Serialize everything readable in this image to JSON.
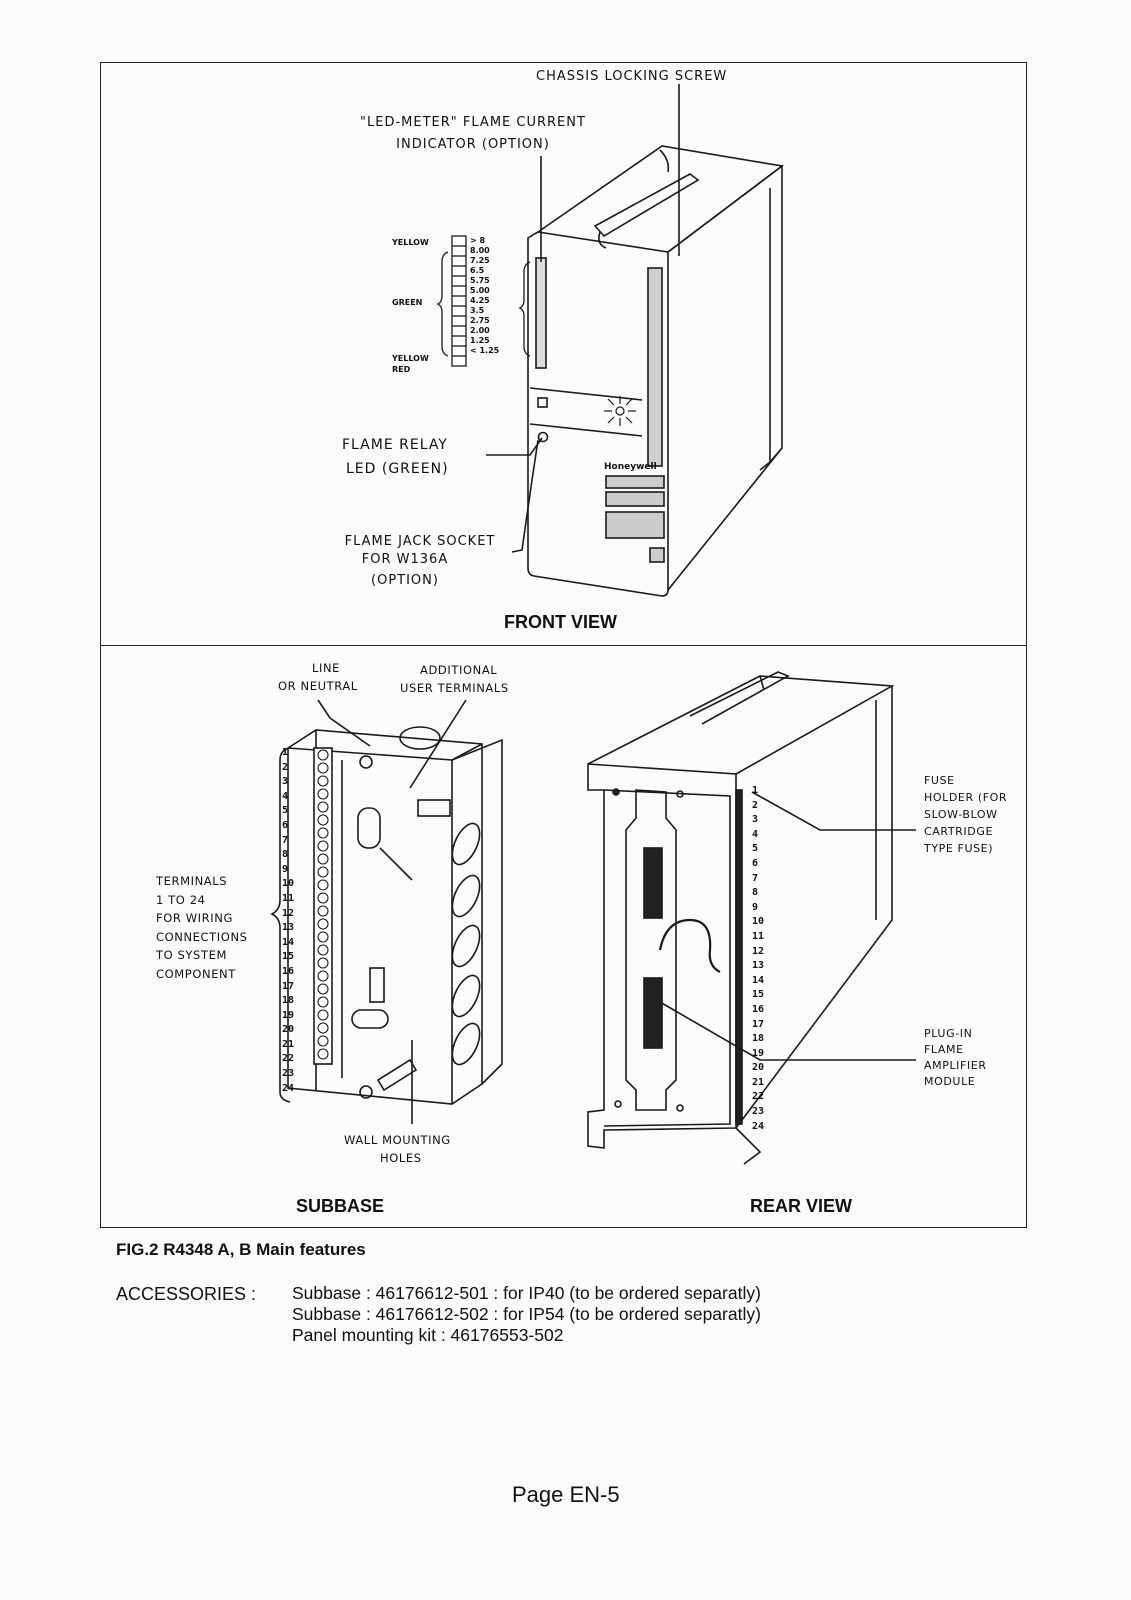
{
  "front": {
    "chassis_screw": "CHASSIS LOCKING SCREW",
    "led_meter_line1": "\"LED-METER\" FLAME CURRENT",
    "led_meter_line2": "INDICATOR (OPTION)",
    "yellow_top": "YELLOW",
    "green": "GREEN",
    "yellow_bottom": "YELLOW",
    "red": "RED",
    "meter_values": [
      "> 8",
      "8.00",
      "7.25",
      "6.5",
      "5.75",
      "5.00",
      "4.25",
      "3.5",
      "2.75",
      "2.00",
      "1.25",
      "< 1.25"
    ],
    "flame_relay_line1": "FLAME RELAY",
    "flame_relay_line2": "LED (GREEN)",
    "jack_line1": "FLAME JACK SOCKET",
    "jack_line2": "FOR W136A",
    "jack_line3": "(OPTION)",
    "brand": "Honeywell",
    "view_title": "FRONT VIEW"
  },
  "subbase": {
    "line_neutral_1": "LINE",
    "line_neutral_2": "OR NEUTRAL",
    "additional_1": "ADDITIONAL",
    "additional_2": "USER TERMINALS",
    "terminals_lines": [
      "TERMINALS",
      "1 TO 24",
      "FOR WIRING",
      "CONNECTIONS",
      "TO SYSTEM",
      "COMPONENT"
    ],
    "wall_1": "WALL MOUNTING",
    "wall_2": "HOLES",
    "view_title": "SUBBASE"
  },
  "rear": {
    "fuse_lines": [
      "FUSE",
      "HOLDER (FOR",
      "SLOW-BLOW",
      "CARTRIDGE",
      "TYPE FUSE)"
    ],
    "plugin_lines": [
      "PLUG-IN",
      "FLAME",
      "AMPLIFIER",
      "MODULE"
    ],
    "view_title": "REAR VIEW"
  },
  "terminal_numbers": [
    "1",
    "2",
    "3",
    "4",
    "5",
    "6",
    "7",
    "8",
    "9",
    "10",
    "11",
    "12",
    "13",
    "14",
    "15",
    "16",
    "17",
    "18",
    "19",
    "20",
    "21",
    "22",
    "23",
    "24"
  ],
  "caption": "FIG.2 R4348 A, B Main features",
  "accessories": {
    "label": "ACCESSORIES :",
    "lines": [
      "Subbase : 46176612-501 : for IP40  (to be ordered separatly)",
      "Subbase : 46176612-502 : for IP54  (to be ordered separatly)",
      "Panel mounting kit : 46176553-502"
    ]
  },
  "page": "Page EN-5"
}
